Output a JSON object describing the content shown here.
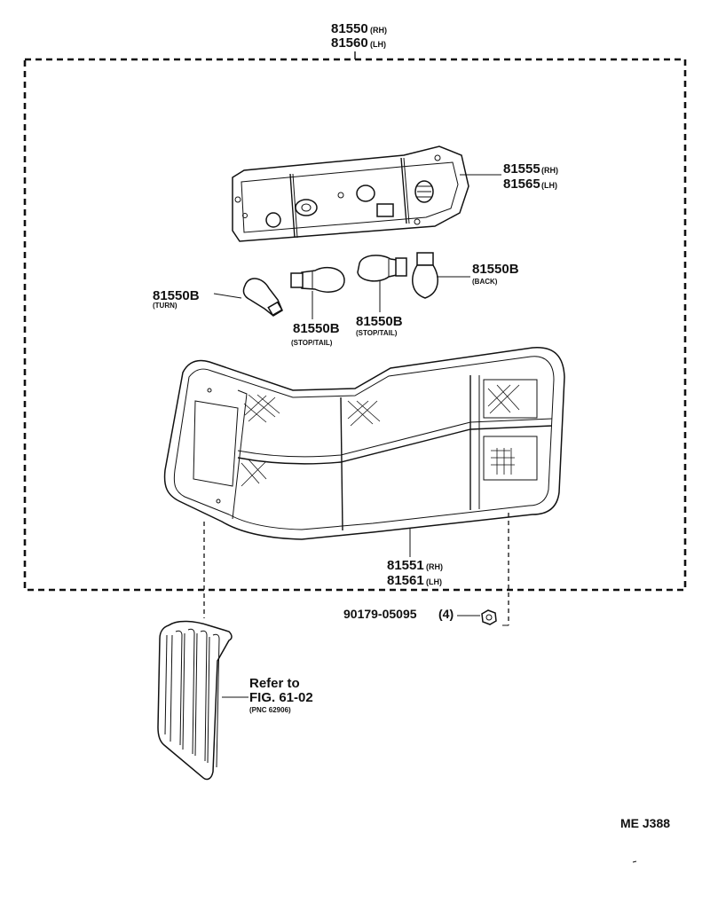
{
  "assembly": {
    "pn_rh": "81550",
    "suffix_rh": "(RH)",
    "pn_lh": "81560",
    "suffix_lh": "(LH)"
  },
  "socket": {
    "pn_rh": "81555",
    "suffix_rh": "(RH)",
    "pn_lh": "81565",
    "suffix_lh": "(LH)"
  },
  "lens": {
    "pn_rh": "81551",
    "suffix_rh": "(RH)",
    "pn_lh": "81561",
    "suffix_lh": "(LH)"
  },
  "bulbs": [
    {
      "pn": "81550B",
      "function": "(TURN)"
    },
    {
      "pn": "81550B",
      "function": "(STOP/TAIL)"
    },
    {
      "pn": "81550B",
      "function": "(STOP/TAIL)"
    },
    {
      "pn": "81550B",
      "function": "(BACK)"
    }
  ],
  "nut": {
    "pn": "90179-05095",
    "qty": "(4)"
  },
  "reference": {
    "line1": "Refer to",
    "line2": "FIG. 61-02",
    "pnc": "(PNC 62906)"
  },
  "diagram_code": "ME J388"
}
